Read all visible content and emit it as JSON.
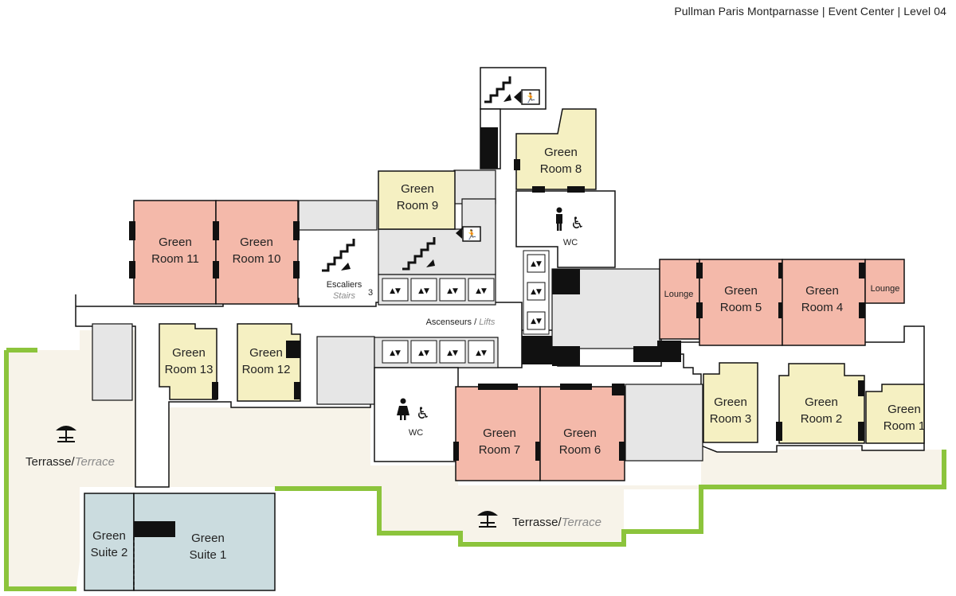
{
  "header": {
    "title": "Pullman Paris Montparnasse | Event Center | Level 04"
  },
  "colors": {
    "red_room": "#f4b9aa",
    "yellow_room": "#f5f0c2",
    "blue_suite": "#cbdcdf",
    "service": "#e6e6e6",
    "terrace": "#f7f3e9",
    "terrace_edge": "#8cc43c",
    "wall_block": "#111111"
  },
  "rooms": {
    "room1": {
      "line1": "Green",
      "line2": "Room 1"
    },
    "room2": {
      "line1": "Green",
      "line2": "Room 2"
    },
    "room3": {
      "line1": "Green",
      "line2": "Room 3"
    },
    "room4": {
      "line1": "Green",
      "line2": "Room 4"
    },
    "room5": {
      "line1": "Green",
      "line2": "Room 5"
    },
    "room6": {
      "line1": "Green",
      "line2": "Room 6"
    },
    "room7": {
      "line1": "Green",
      "line2": "Room 7"
    },
    "room8": {
      "line1": "Green",
      "line2": "Room 8"
    },
    "room9": {
      "line1": "Green",
      "line2": "Room 9"
    },
    "room10": {
      "line1": "Green",
      "line2": "Room 10"
    },
    "room11": {
      "line1": "Green",
      "line2": "Room 11"
    },
    "room12": {
      "line1": "Green",
      "line2": "Room 12"
    },
    "room13": {
      "line1": "Green",
      "line2": "Room 13"
    },
    "suite1": {
      "line1": "Green",
      "line2": "Suite 1"
    },
    "suite2": {
      "line1": "Green",
      "line2": "Suite 2"
    }
  },
  "lounges": {
    "left": "Lounge",
    "right": "Lounge"
  },
  "facilities": {
    "wc_top": "WC",
    "wc_bottom": "WC",
    "stairs_fr": "Escaliers",
    "stairs_en": "Stairs",
    "stairs_num": "3",
    "lifts_fr": "Ascenseurs",
    "lifts_sep": " / ",
    "lifts_en": "Lifts"
  },
  "terraces": {
    "left_fr": "Terrasse/",
    "left_en": "Terrace",
    "bottom_fr": "Terrasse/",
    "bottom_en": "Terrace"
  },
  "icons": [
    "stairs-icon",
    "emergency-exit-icon",
    "toilet-man-icon",
    "toilet-woman-icon",
    "wheelchair-icon",
    "parasol-icon",
    "elevator-icon"
  ]
}
